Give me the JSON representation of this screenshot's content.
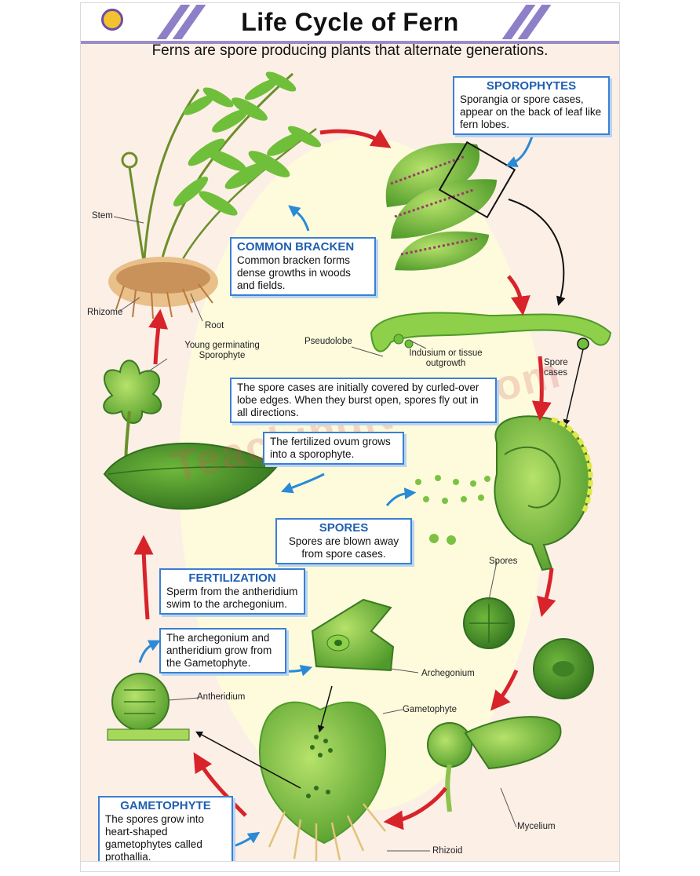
{
  "header": {
    "title": "Life Cycle of Fern",
    "subtitle": "Ferns are spore producing plants that alternate generations."
  },
  "boxes": {
    "sporophytes": {
      "heading": "SPOROPHYTES",
      "text": "Sporangia or spore cases, appear on the back of leaf like fern lobes."
    },
    "common_bracken": {
      "heading": "COMMON BRACKEN",
      "text": "Common bracken forms dense growths in woods and fields."
    },
    "spore_cases_note": {
      "text": "The spore cases are initially covered by curled-over lobe edges. When they burst open, spores fly out in all directions."
    },
    "fertilized_ovum": {
      "text": "The fertilized ovum grows into a sporophyte."
    },
    "spores": {
      "heading": "SPORES",
      "text": "Spores are blown away from spore cases."
    },
    "fertilization": {
      "heading": "FERTILIZATION",
      "text": "Sperm from the antheridium swim to the archegonium."
    },
    "archegonium_note": {
      "text": "The archegonium and antheridium grow from the Gametophyte."
    },
    "gametophyte": {
      "heading": "GAMETOPHYTE",
      "text": "The spores grow into heart-shaped gametophytes called prothallia."
    }
  },
  "labels": {
    "stem": "Stem",
    "rhizome": "Rhizome",
    "root": "Root",
    "young_sporophyte": "Young germinating Sporophyte",
    "pseudolobe": "Pseudolobe",
    "indusium": "Indusium or tissue outgrowth",
    "spore_cases": "Spore cases",
    "spores": "Spores",
    "archegonium": "Archegonium",
    "antheridium": "Antheridium",
    "gametophyte": "Gametophyte",
    "mycelium": "Mycelium",
    "rhizoid": "Rhizoid"
  },
  "watermark": "TeachingNest.com",
  "colors": {
    "box_border": "#3b7fd4",
    "box_heading": "#1f5fb0",
    "cycle_arrow": "#d8232a",
    "pointer_arrow": "#2a8ad6",
    "leaf_green": "#7cc242",
    "background": "#fcefe6"
  }
}
